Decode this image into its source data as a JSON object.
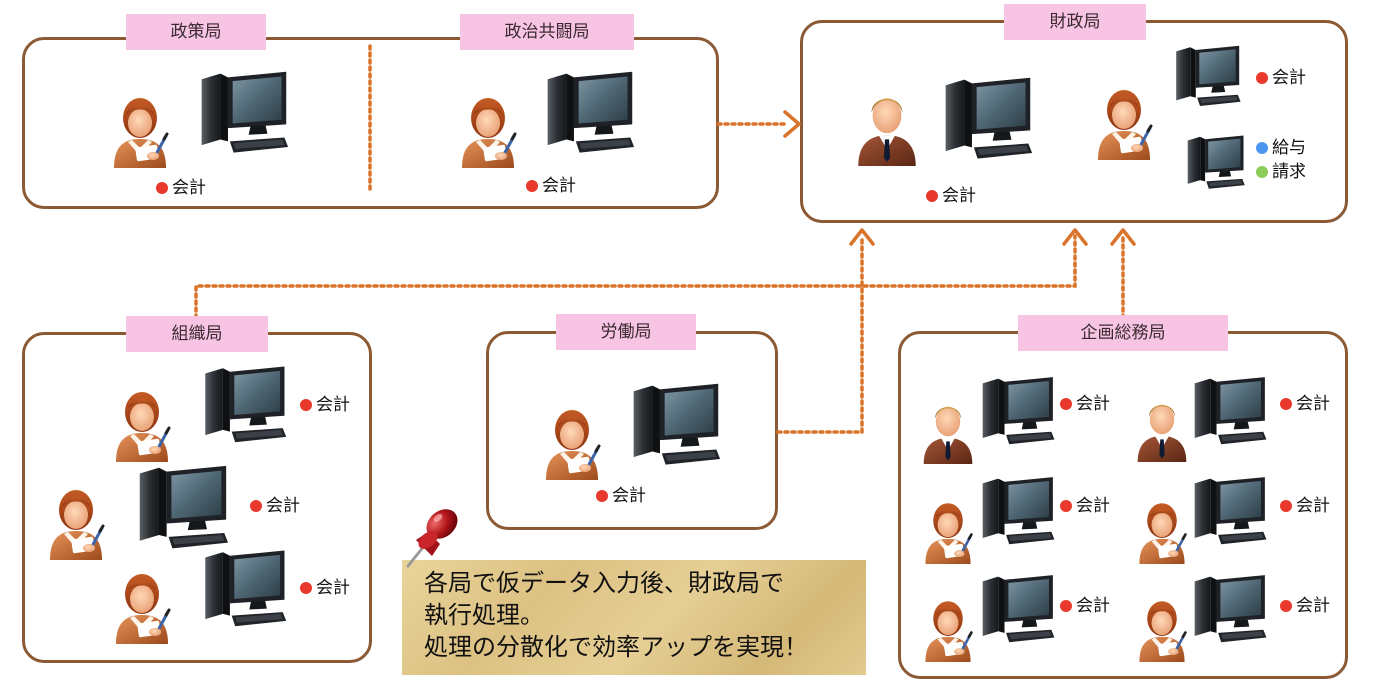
{
  "diagram": {
    "departments": {
      "seisaku": {
        "title": "政策局",
        "tags": [
          "会計"
        ]
      },
      "seiji": {
        "title": "政治共闘局",
        "tags": [
          "会計"
        ]
      },
      "zaisei": {
        "title": "財政局",
        "tags": [
          "会計",
          "会計",
          "給与",
          "請求"
        ]
      },
      "soshiki": {
        "title": "組織局",
        "tags": [
          "会計",
          "会計",
          "会計"
        ]
      },
      "roudou": {
        "title": "労働局",
        "tags": [
          "会計"
        ]
      },
      "kikaku": {
        "title": "企画総務局",
        "tags": [
          "会計",
          "会計",
          "会計",
          "会計",
          "会計",
          "会計"
        ]
      }
    },
    "note": {
      "lines": [
        "各局で仮データ入力後、財政局で",
        "執行処理。",
        "処理の分散化で効率アップを実現！"
      ]
    },
    "colors": {
      "border": "#8b5a34",
      "title_bg": "#f7c4e4",
      "connector": "#d9742a",
      "dot_accounting": "#e8392c",
      "dot_salary": "#4d96ef",
      "dot_billing": "#8ccc59"
    },
    "icons": [
      "female-clerk-icon",
      "male-manager-icon",
      "desktop-computer-icon",
      "push-pin-icon"
    ]
  }
}
